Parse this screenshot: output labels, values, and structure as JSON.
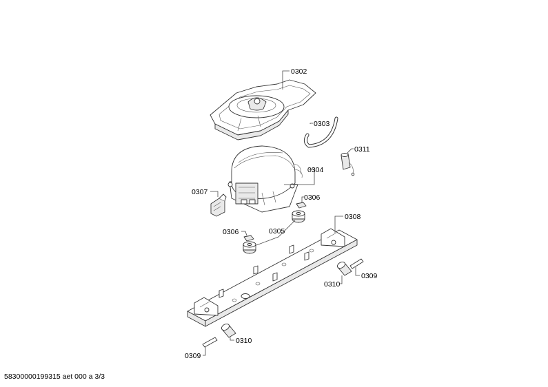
{
  "labels": {
    "p0302": "0302",
    "p0303": "0303",
    "p0311": "0311",
    "p0304": "0304",
    "p0307": "0307",
    "p0306a": "0306",
    "p0306b": "0306",
    "p0305": "0305",
    "p0308": "0308",
    "p0310a": "0310",
    "p0309a": "0309",
    "p0310b": "0310",
    "p0309b": "0309"
  },
  "footer": "58300000199315 aet 000 a 3/3"
}
